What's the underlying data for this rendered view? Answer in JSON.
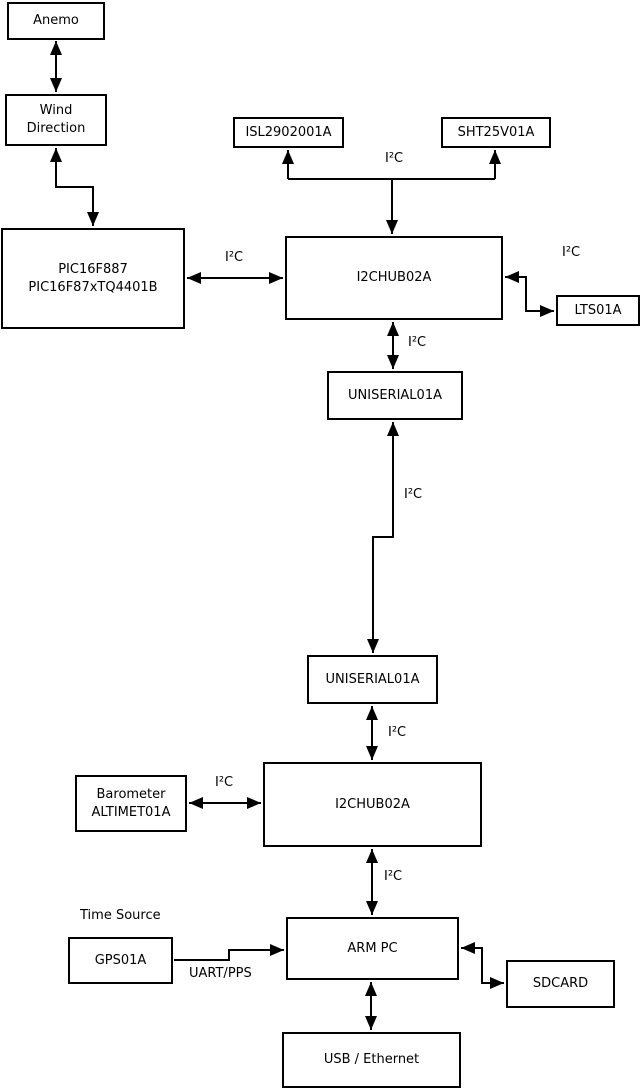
{
  "boxes": {
    "anemo": "Anemo",
    "wind_direction": "Wind\nDirection",
    "pic": "PIC16F887\nPIC16F87xTQ4401B",
    "isl": "ISL2902001A",
    "sht": "SHT25V01A",
    "hub_top": "I2CHUB02A",
    "lts": "LTS01A",
    "uniserial_top": "UNISERIAL01A",
    "uniserial_bottom": "UNISERIAL01A",
    "hub_bottom": "I2CHUB02A",
    "barometer": "Barometer\nALTIMET01A",
    "gps": "GPS01A",
    "arm_pc": "ARM PC",
    "sdcard": "SDCARD",
    "usb_ethernet": "USB / Ethernet"
  },
  "bus_labels": {
    "i2c_sensors": "I²C",
    "i2c_pic": "I²C",
    "i2c_lts": "I²C",
    "i2c_hub_uniserial": "I²C",
    "i2c_backbone": "I²C",
    "i2c_uniserial_hub": "I²C",
    "i2c_barometer": "I²C",
    "i2c_hub_armpc": "I²C",
    "time_source": "Time Source",
    "uart_pps": "UART/PPS"
  },
  "colors": {
    "line": "#000000",
    "box_fill": "#ffffff",
    "background": "#ffffff"
  }
}
